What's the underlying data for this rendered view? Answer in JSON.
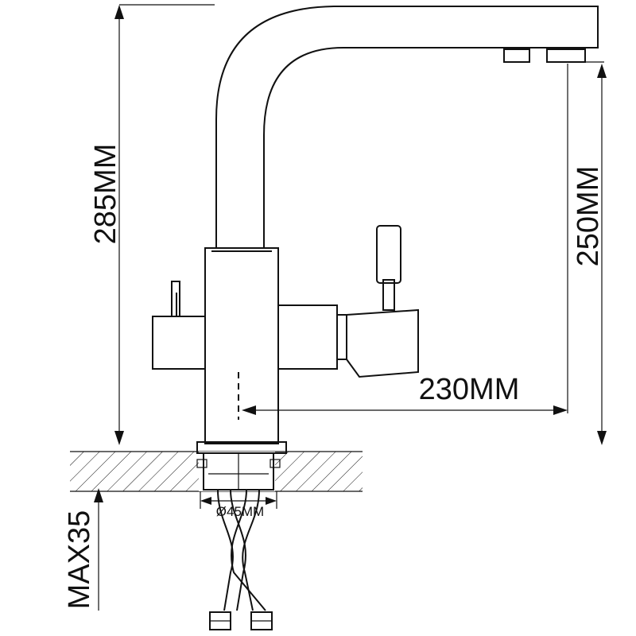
{
  "dimensions": {
    "total_height": "285MM",
    "spout_height": "250MM",
    "spout_reach": "230MM",
    "hole_diameter": "Ø45MM",
    "max_thickness": "MAX35"
  }
}
